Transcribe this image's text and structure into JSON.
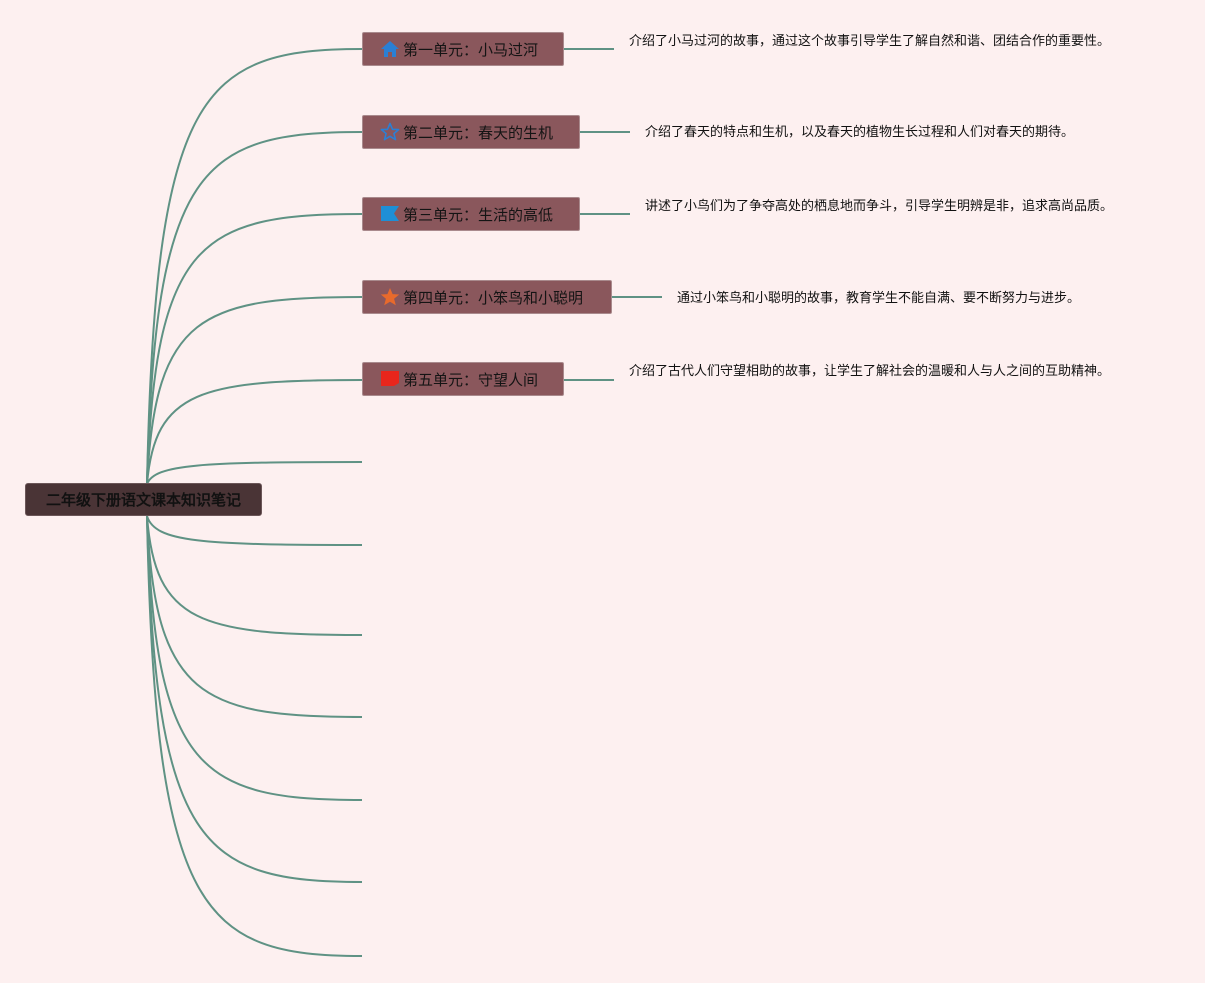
{
  "root": {
    "label": "二年级下册语文课本知识笔记"
  },
  "units": [
    {
      "label": "第一单元：小马过河",
      "icon": "house-icon",
      "icon_color": "#2b7fd4",
      "note": "介绍了小马过河的故事，通过这个故事引导学生了解自然和谐、团结合作的重要性。"
    },
    {
      "label": "第二单元：春天的生机",
      "icon": "star-outline-icon",
      "icon_color": "#2b7fd4",
      "note": "介绍了春天的特点和生机，以及春天的植物生长过程和人们对春天的期待。"
    },
    {
      "label": "第三单元：生活的高低",
      "icon": "flag-icon",
      "icon_color": "#1e8fd6",
      "note": "讲述了小鸟们为了争夺高处的栖息地而争斗，引导学生明辨是非，追求高尚品质。"
    },
    {
      "label": "第四单元：小笨鸟和小聪明",
      "icon": "star-filled-icon",
      "icon_color": "#e86a2c",
      "note": "通过小笨鸟和小聪明的故事，教育学生不能自满、要不断努力与进步。"
    },
    {
      "label": "第五单元：守望人间",
      "icon": "flag-icon",
      "icon_color": "#e8261c",
      "note": "介绍了古代人们守望相助的故事，让学生了解社会的温暖和人与人之间的互助精神。"
    }
  ],
  "colors": {
    "background": "#fdf0f0",
    "connector": "#5f9284",
    "root_fill": "#4a3436",
    "branch_fill": "#8a575c"
  }
}
